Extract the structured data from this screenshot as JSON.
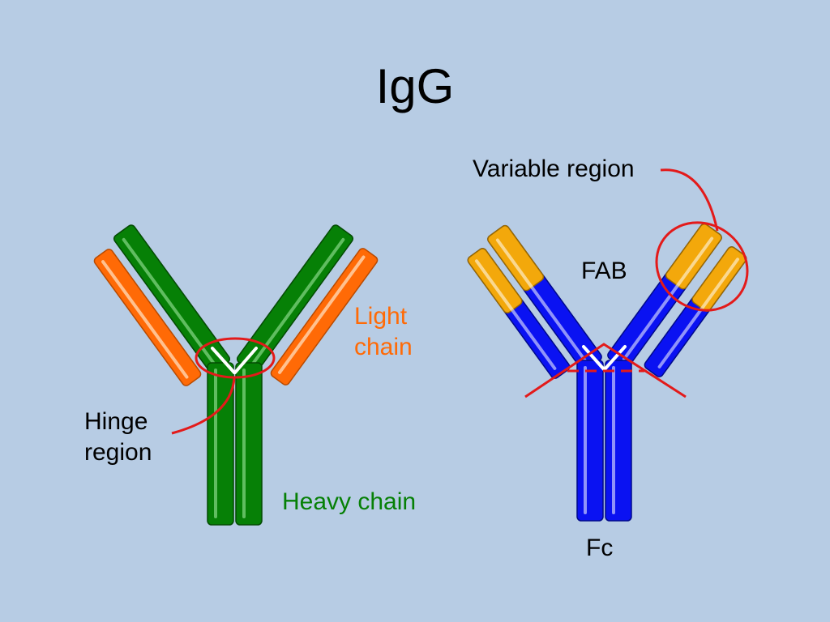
{
  "colors": {
    "background": "#b7cce4",
    "heavy_chain_green": "#068006",
    "light_chain_orange": "#ff6a06",
    "constant_blue": "#0a12f2",
    "variable_gold": "#f3a80b",
    "annotation_red": "#e31a1a"
  },
  "slide": {
    "title": "IgG"
  },
  "left_diagram": {
    "light_chain_label_line1": "Light",
    "light_chain_label_line2": "chain",
    "heavy_chain_label": "Heavy chain",
    "hinge_label_line1": "Hinge",
    "hinge_label_line2": "region"
  },
  "right_diagram": {
    "variable_region_label": "Variable region",
    "fab_label": "FAB",
    "fc_label": "Fc"
  }
}
